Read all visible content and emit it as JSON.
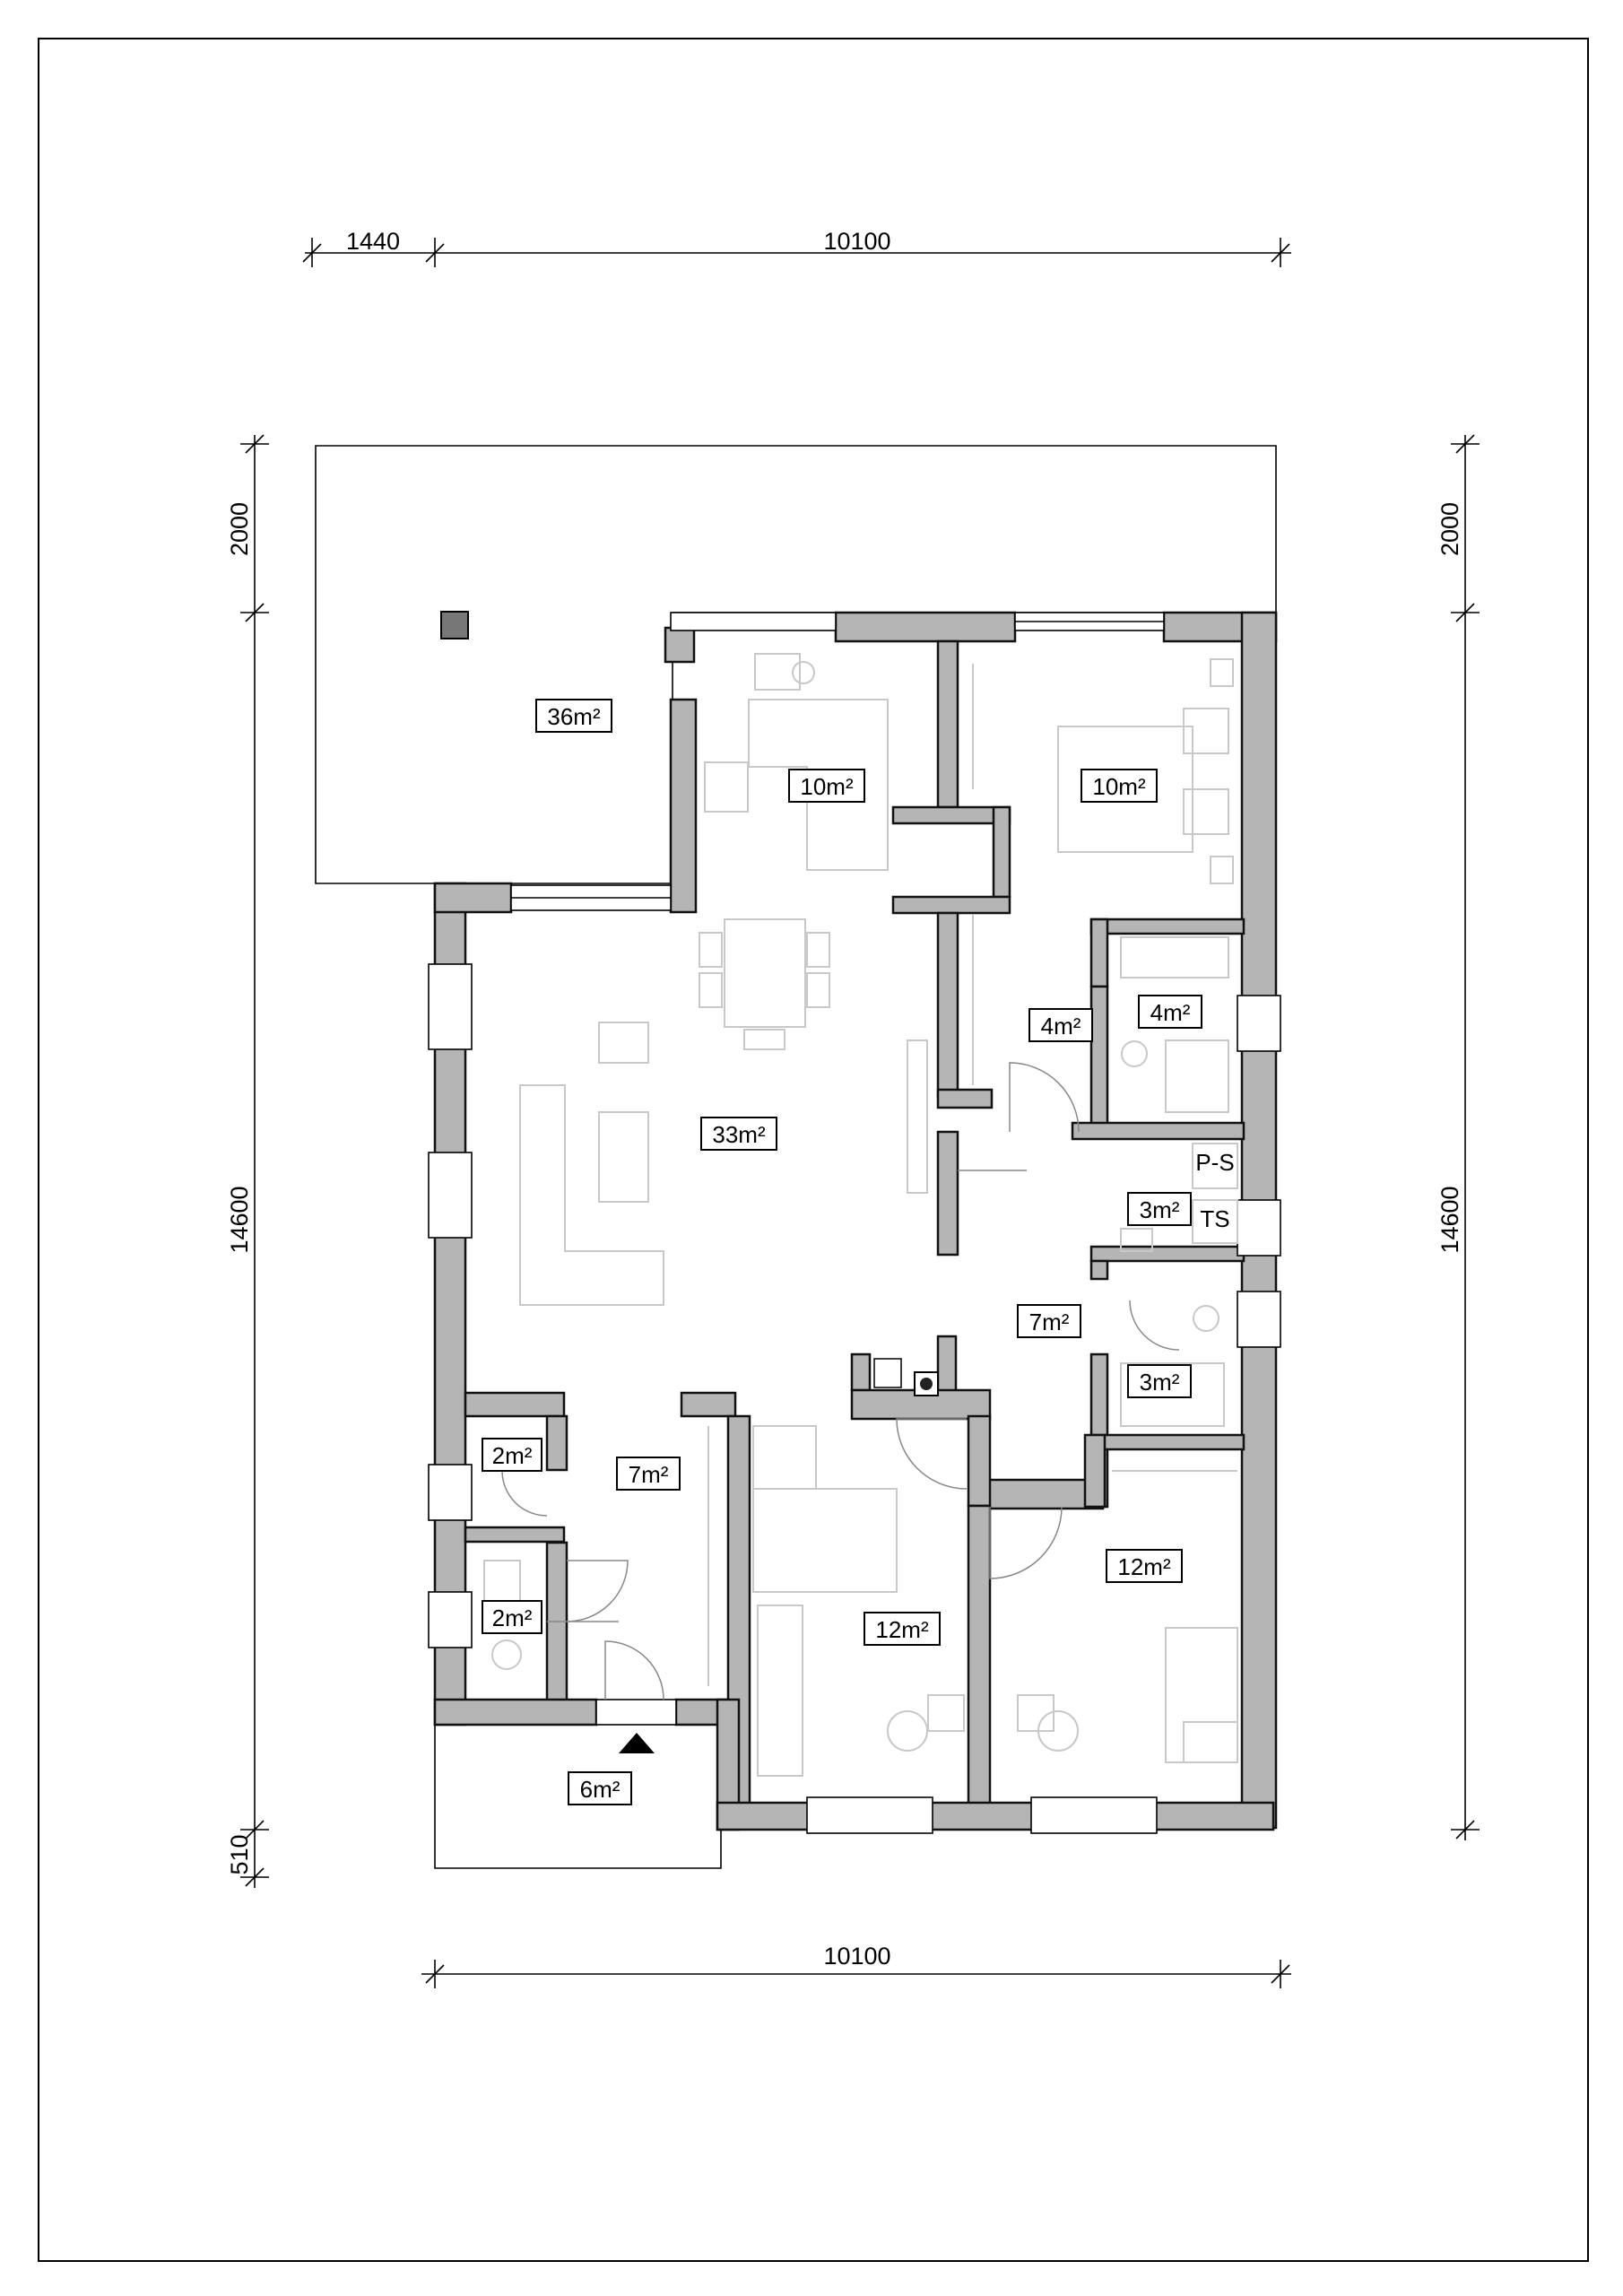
{
  "plan": {
    "dimensions": {
      "top_left": "1440",
      "top_main": "10100",
      "bottom": "10100",
      "left_upper": "2000",
      "left_main": "14600",
      "left_lower": "510",
      "right_upper": "2000",
      "right_main": "14600"
    },
    "rooms": {
      "terrace": "36m²",
      "kitchen": "10m²",
      "bedroom_top": "10m²",
      "living": "33m²",
      "wardrobe": "4m²",
      "bathroom_top": "4m²",
      "utility": "3m²",
      "hall_right": "7m²",
      "wc_right": "3m²",
      "storage_upper": "2m²",
      "hall_entry": "7m²",
      "wc_left": "2m²",
      "bedroom_mid": "12m²",
      "bedroom_right": "12m²",
      "porch": "6m²"
    },
    "fixture_labels": {
      "washer": "P-S",
      "dryer": "TS"
    },
    "colors": {
      "wall_fill": "#b5b5b5",
      "wall_stroke": "#111111",
      "furniture": "#c8c8c8",
      "line": "#000000"
    },
    "icons": {
      "entrance": "entrance-arrow-icon",
      "chimney": "chimney-icon",
      "column": "column-icon"
    }
  }
}
